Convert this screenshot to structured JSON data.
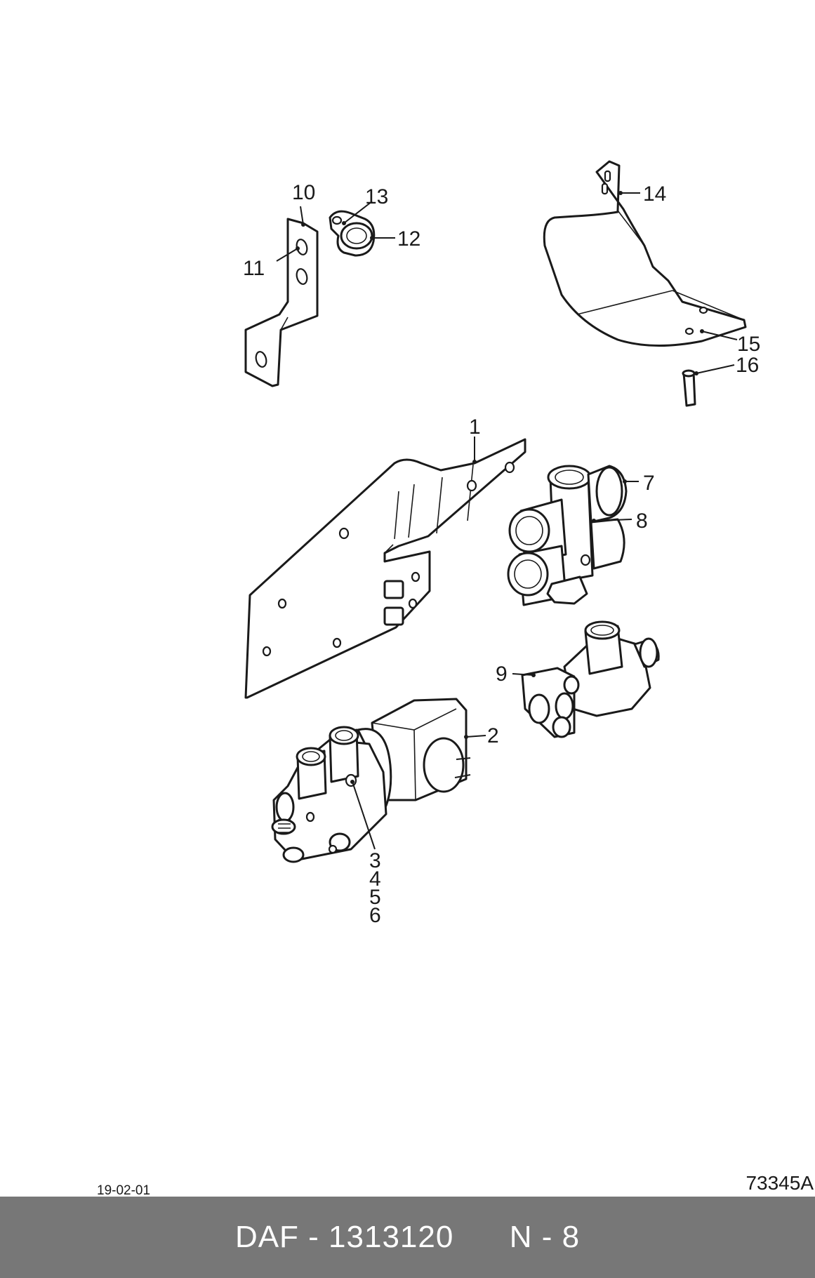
{
  "diagram": {
    "callouts": {
      "c1": "1",
      "c2": "2",
      "c3": "3",
      "c4": "4",
      "c5": "5",
      "c6": "6",
      "c7": "7",
      "c8": "8",
      "c9": "9",
      "c10": "10",
      "c11": "11",
      "c12": "12",
      "c13": "13",
      "c14": "14",
      "c15": "15",
      "c16": "16"
    }
  },
  "date_code": "19-02-01",
  "drawing_number": "73345A",
  "footer": {
    "part_label": "DAF - 1313120",
    "page_label": "N - 8"
  }
}
